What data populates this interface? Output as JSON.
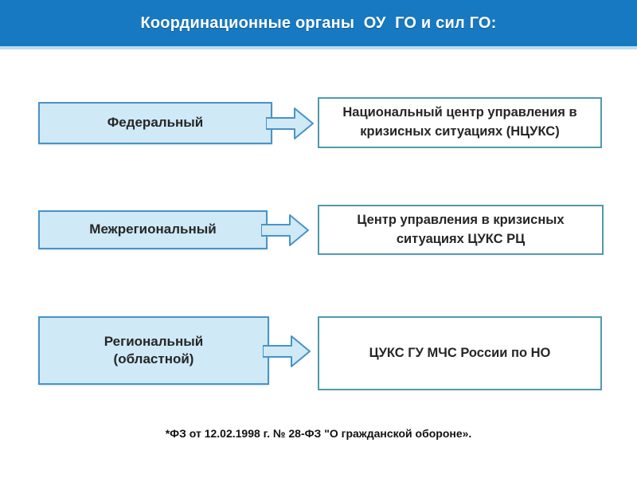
{
  "slide": {
    "title": "Координационные органы  ОУ  ГО и сил ГО:",
    "footnote": "*ФЗ от 12.02.1998 г. № 28-ФЗ \"О гражданской обороне»."
  },
  "colors": {
    "header_bg": "#1779c1",
    "header_underline": "#b9ddf1",
    "level_box_fill": "#cfe9f7",
    "level_box_border": "#4993c6",
    "org_box_border": "#4f9bab",
    "text": "#262626"
  },
  "rows": [
    {
      "level": "Федеральный",
      "org": "Национальный центр управления в\nкризисных ситуациях (НЦУКС)"
    },
    {
      "level": "Межрегиональный",
      "org": "Центр управления в кризисных\nситуациях ЦУКС РЦ"
    },
    {
      "level": "Региональный\n(областной)",
      "org": "ЦУКС ГУ МЧС России по НО"
    }
  ]
}
